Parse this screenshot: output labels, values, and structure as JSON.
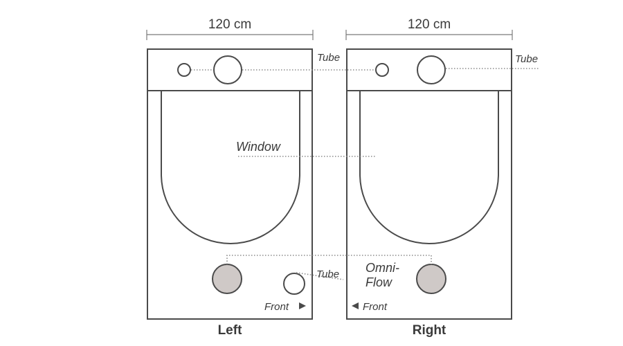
{
  "dimension_label": "120 cm",
  "callouts": {
    "tube": "Tube",
    "window": "Window",
    "omni_flow_line1": "Omni-",
    "omni_flow_line2": "Flow",
    "front": "Front"
  },
  "panels": {
    "left_label": "Left",
    "right_label": "Right"
  },
  "colors": {
    "outline": "#4a4a4a",
    "omni_flow_fill": "#cfc9c7",
    "text": "#3a3a3a"
  },
  "icons": {
    "front_left_panel": "arrow-right-icon",
    "front_right_panel": "arrow-left-icon"
  }
}
